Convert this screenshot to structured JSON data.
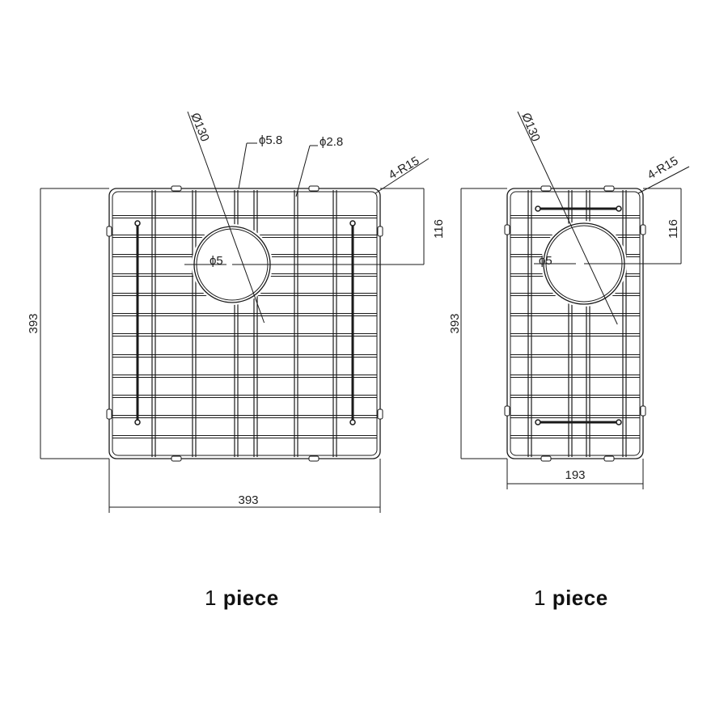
{
  "drawings": [
    {
      "name": "large-grid",
      "height_label": "393",
      "width_label": "393",
      "offset_label": "116",
      "hole_diameter_label": "Ø130",
      "wire_label": "ϕ5",
      "rim_wire_label": "ϕ5.8",
      "thin_wire_label": "ϕ2.8",
      "corner_label": "4-R15",
      "caption_qty": "1",
      "caption_unit": "piece"
    },
    {
      "name": "small-grid",
      "height_label": "393",
      "width_label": "193",
      "offset_label": "116",
      "hole_diameter_label": "Ø130",
      "wire_label": "ϕ5",
      "corner_label": "4-R15",
      "caption_qty": "1",
      "caption_unit": "piece"
    }
  ],
  "colors": {
    "line": "#1a1a1a",
    "text": "#222222"
  }
}
